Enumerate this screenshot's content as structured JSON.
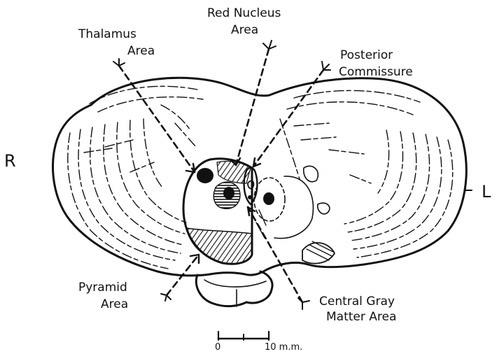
{
  "side_labels": {
    "right": "R",
    "left": "L"
  },
  "labels": {
    "red_nucleus": [
      "Red Nucleus",
      "Area"
    ],
    "thalamus": [
      "Thalamus",
      "Area"
    ],
    "posterior_commissure": [
      "Posterior",
      "Commissure"
    ],
    "pyramid": [
      "Pyramid",
      "Area"
    ],
    "central_gray": [
      "Central Gray",
      "Matter Area"
    ]
  },
  "scale_bar": {
    "start": "0",
    "end": "10 m.m."
  }
}
